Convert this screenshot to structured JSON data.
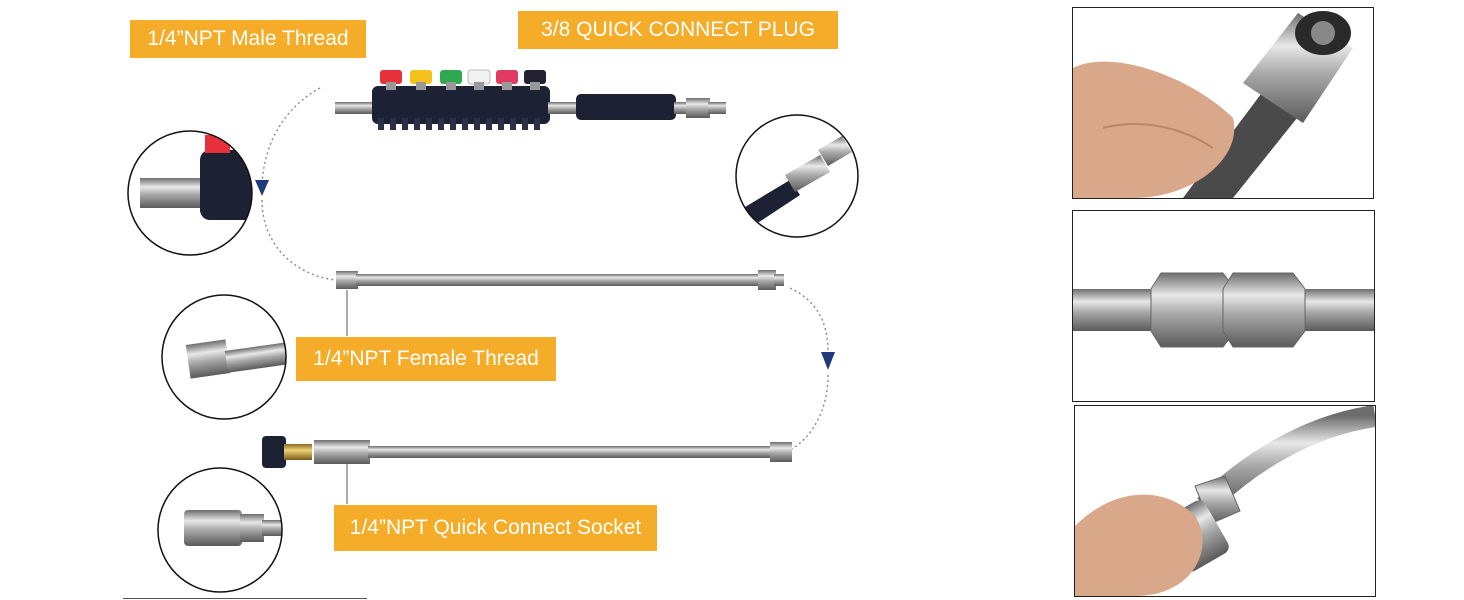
{
  "labels": {
    "male_thread": "1/4”NPT Male Thread",
    "quick_plug": "3/8 QUICK CONNECT PLUG",
    "female_thread": "1/4”NPT Female Thread",
    "quick_socket": "1/4”NPT Quick Connect Socket"
  },
  "colors": {
    "label_bg": "#f5ad29",
    "label_text": "#ffffff",
    "arrow": "#1f3a7a",
    "nozzle_tips": [
      "#e8303a",
      "#f5c21b",
      "#2fa84f",
      "#f2f2f2",
      "#e23a63",
      "#222233"
    ]
  },
  "icons": {
    "flow_arrow": "arrow-down-icon"
  }
}
